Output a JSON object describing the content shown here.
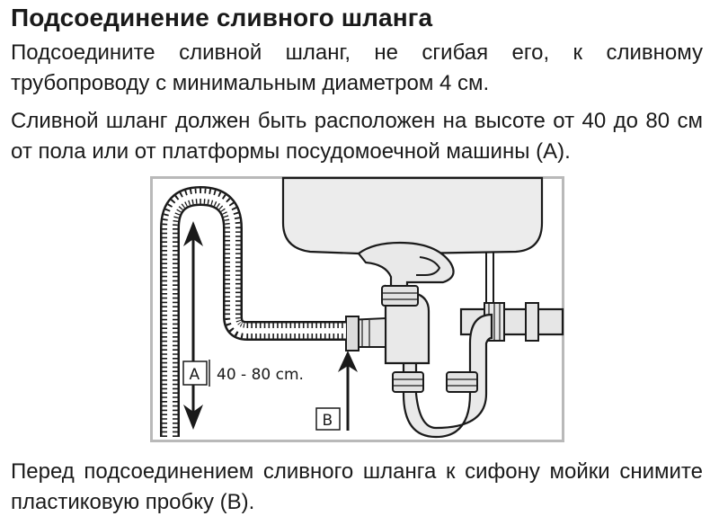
{
  "document": {
    "heading": "Подсоединение сливного шланга",
    "paragraphs": [
      "Подсоедините сливной шланг, не сгибая его, к сливному трубопроводу с минимальным диаметром 4 см.",
      "Сливной шланг должен быть расположен на высоте от 40 до 80 см от пола или от платформы посудомоечной машины (А).",
      "Перед подсоединением сливного шланга к сифону мойки снимите пластиковую пробку (В)."
    ]
  },
  "figure": {
    "label_a": "A",
    "height_text": "40 - 80 cm.",
    "label_b": "B"
  }
}
